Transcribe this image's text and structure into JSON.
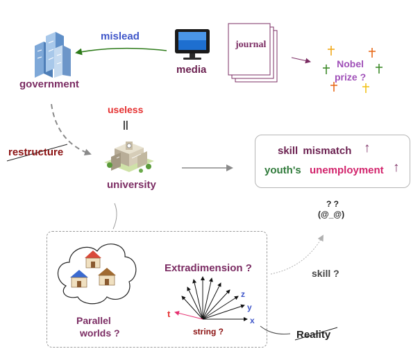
{
  "nodes": {
    "government": "government",
    "media": "media",
    "journal": "journal",
    "nobel_line1": "Nobel",
    "nobel_line2": "prize ?",
    "university": "university",
    "useless": "useless",
    "equals": "||",
    "restructure": "restructure"
  },
  "edges": {
    "mislead": "mislead"
  },
  "outcomes": {
    "skill_mismatch": "skill  mismatch",
    "skill_mismatch_arrow": "↑",
    "youths": "youth's",
    "unemployment": "unemployment",
    "unemployment_arrow": "↑",
    "confused_q": "? ?",
    "confused_face": "(@_@)",
    "skill_q": "skill ?"
  },
  "physics": {
    "extradimension": "Extradimension ?",
    "parallel_line1": "Parallel",
    "parallel_line2": "worlds  ?",
    "string": "string ?",
    "axis_t": "t",
    "axis_z": "z",
    "axis_y": "y",
    "axis_x": "x",
    "reality": "Reality"
  },
  "colors": {
    "accent_purple": "#7b2c63",
    "mislead_blue": "#3f56c9",
    "arrow_green": "#2c7a18",
    "alert_red": "#e53030"
  },
  "icons": [
    "buildings-icon",
    "monitor-icon",
    "document-stack-icon",
    "cross-icon",
    "campus-icon",
    "house-icon",
    "cloud-icon"
  ]
}
